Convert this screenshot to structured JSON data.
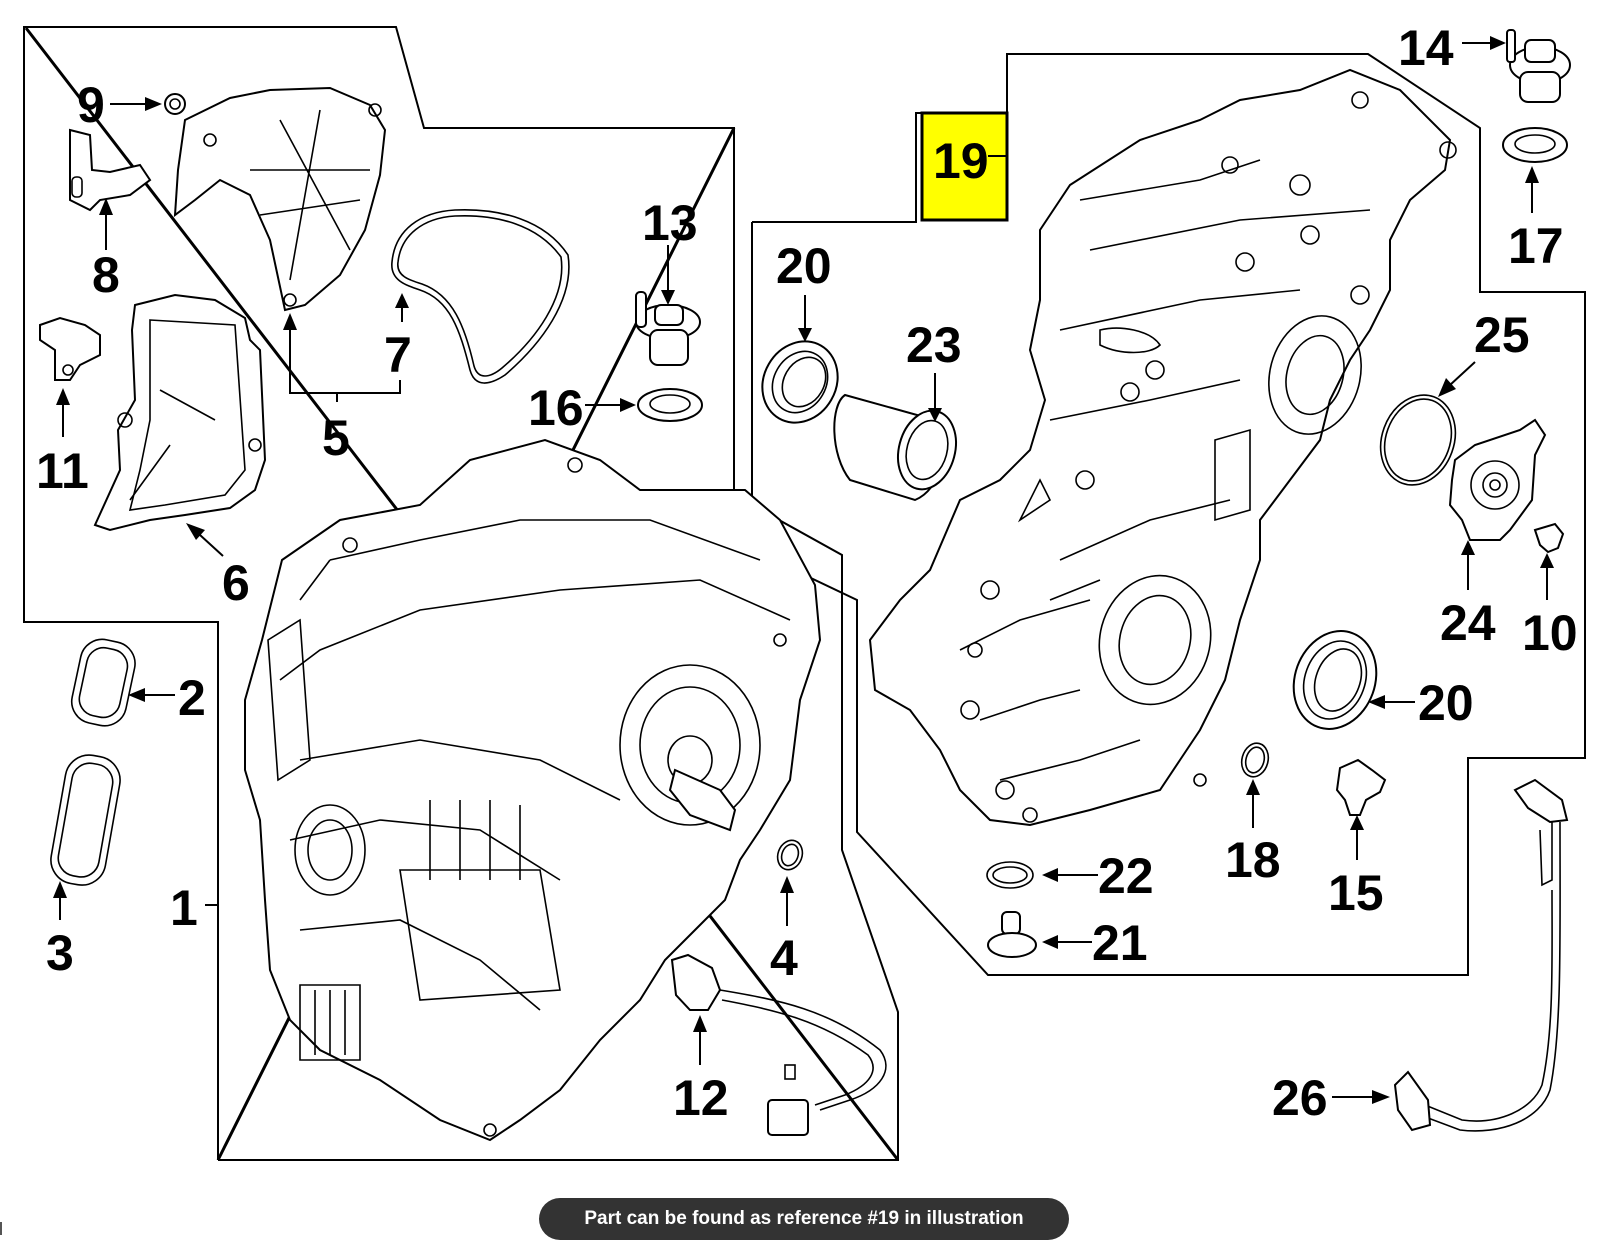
{
  "diagram": {
    "title": "Transmission case exploded parts illustration",
    "highlighted_reference": "19",
    "highlight_color": "#ffff00",
    "callouts": [
      {
        "ref": "1",
        "part": "transmission-assembly"
      },
      {
        "ref": "2",
        "part": "gasket-small"
      },
      {
        "ref": "3",
        "part": "gasket-long"
      },
      {
        "ref": "4",
        "part": "o-ring"
      },
      {
        "ref": "5",
        "part": "cover-group-bracket"
      },
      {
        "ref": "6",
        "part": "side-cover"
      },
      {
        "ref": "7",
        "part": "cover-gasket"
      },
      {
        "ref": "8",
        "part": "bracket"
      },
      {
        "ref": "9",
        "part": "clip"
      },
      {
        "ref": "10",
        "part": "small-clip"
      },
      {
        "ref": "11",
        "part": "sensor"
      },
      {
        "ref": "12",
        "part": "wiring-connector"
      },
      {
        "ref": "13",
        "part": "drain-plug"
      },
      {
        "ref": "14",
        "part": "fill-plug"
      },
      {
        "ref": "15",
        "part": "speed-sensor"
      },
      {
        "ref": "16",
        "part": "plug-washer"
      },
      {
        "ref": "17",
        "part": "plug-washer"
      },
      {
        "ref": "18",
        "part": "small-o-ring"
      },
      {
        "ref": "19",
        "part": "transfer-case-housing"
      },
      {
        "ref": "20",
        "part": "axle-seal"
      },
      {
        "ref": "21",
        "part": "plug"
      },
      {
        "ref": "22",
        "part": "washer"
      },
      {
        "ref": "23",
        "part": "bushing"
      },
      {
        "ref": "24",
        "part": "cover-plate"
      },
      {
        "ref": "25",
        "part": "o-ring-large"
      },
      {
        "ref": "26",
        "part": "harness-bracket"
      }
    ],
    "labels": {
      "l1": "1",
      "l2": "2",
      "l3": "3",
      "l4": "4",
      "l5": "5",
      "l6": "6",
      "l7": "7",
      "l8": "8",
      "l9": "9",
      "l10": "10",
      "l11": "11",
      "l12": "12",
      "l13": "13",
      "l14": "14",
      "l15": "15",
      "l16": "16",
      "l17": "17",
      "l18": "18",
      "l19": "19",
      "l20a": "20",
      "l20b": "20",
      "l21": "21",
      "l22": "22",
      "l23": "23",
      "l24": "24",
      "l25": "25",
      "l26": "26"
    }
  },
  "caption": {
    "text": "Part can be found as reference #19 in illustration"
  }
}
